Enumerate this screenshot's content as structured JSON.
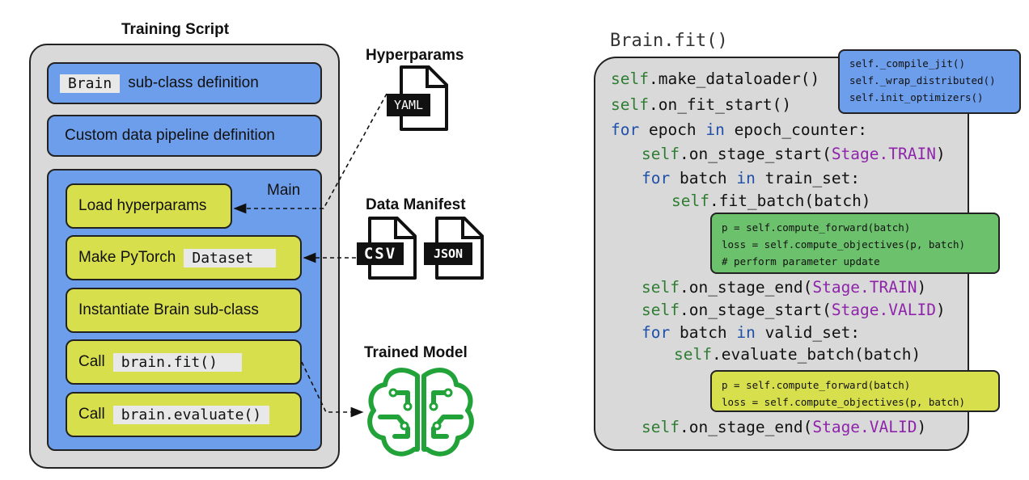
{
  "left_panel": {
    "title": "Training Script",
    "brain_chip": "Brain",
    "brain_rest": "sub-class definition",
    "pipeline": "Custom data pipeline definition",
    "main_label": "Main",
    "load_hyperparams": "Load hyperparams",
    "make_dataset_text": "Make PyTorch",
    "make_dataset_chip": "Dataset",
    "instantiate": "Instantiate Brain sub-class",
    "call_fit_text": "Call",
    "call_fit_chip": "brain.fit()",
    "call_eval_text": "Call",
    "call_eval_chip": "brain.evaluate()"
  },
  "middle": {
    "hyperparams_title": "Hyperparams",
    "yaml_label": "YAML",
    "data_manifest_title": "Data Manifest",
    "csv_label": "CSV",
    "json_label": "JSON",
    "trained_model_title": "Trained Model"
  },
  "right_panel": {
    "title": "Brain.fit()",
    "jit_box": [
      "self._compile_jit()",
      "self._wrap_distributed()",
      "self.init_optimizers()"
    ],
    "code": {
      "l1_self": "self",
      "l1_rest": ".make_dataloader()",
      "l2_self": "self",
      "l2_rest": ".on_fit_start()",
      "l3_for": "for",
      "l3_a": " epoch ",
      "l3_in": "in",
      "l3_b": " epoch_counter:",
      "l4_self": "self",
      "l4_a": ".on_stage_start(",
      "l4_stage": "Stage.TRAIN",
      "l4_b": ")",
      "l5_for": "for",
      "l5_a": " batch ",
      "l5_in": "in",
      "l5_b": " train_set:",
      "l6_self": "self",
      "l6_a": ".fit_batch(batch)",
      "l7_self": "self",
      "l7_a": ".on_stage_end(",
      "l7_stage": "Stage.TRAIN",
      "l7_b": ")",
      "l8_self": "self",
      "l8_a": ".on_stage_start(",
      "l8_stage": "Stage.VALID",
      "l8_b": ")",
      "l9_for": "for",
      "l9_a": " batch ",
      "l9_in": "in",
      "l9_b": " valid_set:",
      "l10_self": "self",
      "l10_a": ".evaluate_batch(batch)",
      "l11_self": "self",
      "l11_a": ".on_stage_end(",
      "l11_stage": "Stage.VALID",
      "l11_b": ")"
    },
    "fit_batch_box": [
      "p = self.compute_forward(batch)",
      "loss = self.compute_objectives(p, batch)",
      "# perform parameter update"
    ],
    "eval_batch_box": [
      "p = self.compute_forward(batch)",
      "loss = self.compute_objectives(p, batch)"
    ]
  },
  "colors": {
    "blue": "#6d9eeb",
    "yellow": "#d8df4d",
    "green": "#6cc26c",
    "gray": "#d9d9d9",
    "model_green": "#22a33a"
  }
}
